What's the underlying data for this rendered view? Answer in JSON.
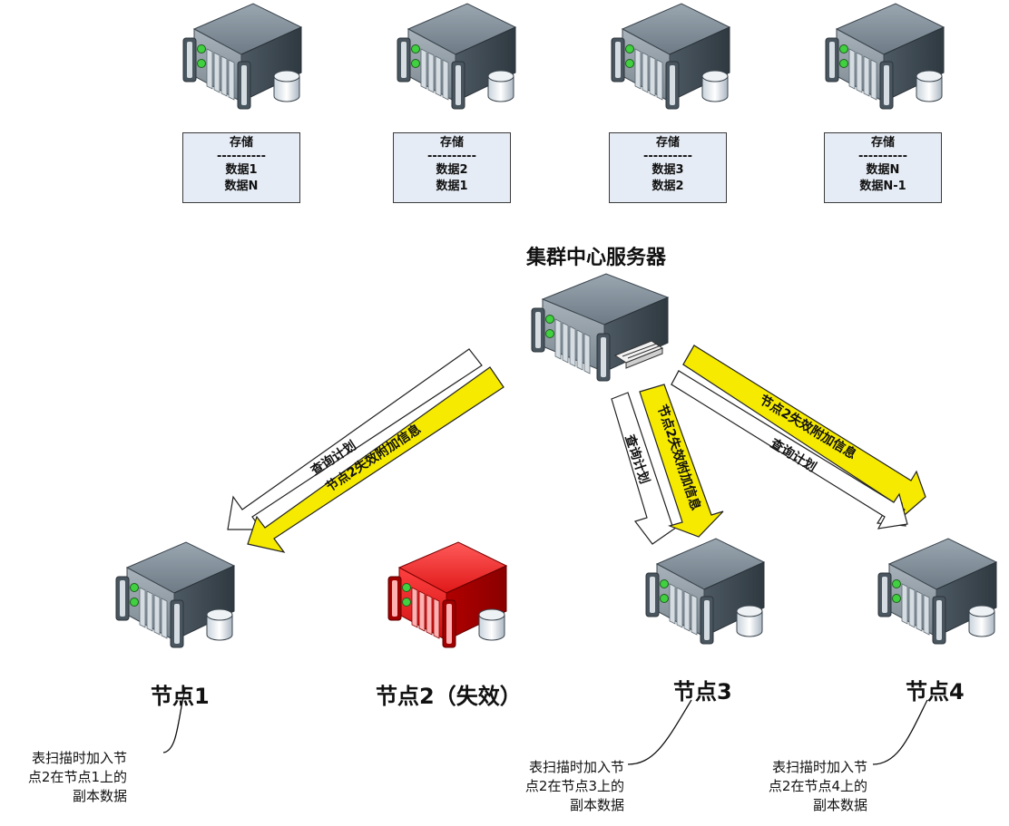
{
  "center": {
    "title": "集群中心服务器"
  },
  "storage_boxes": [
    {
      "title": "存储",
      "separator": "----------",
      "lines": [
        "数据1",
        "数据N"
      ]
    },
    {
      "title": "存储",
      "separator": "----------",
      "lines": [
        "数据2",
        "数据1"
      ]
    },
    {
      "title": "存储",
      "separator": "----------",
      "lines": [
        "数据3",
        "数据2"
      ]
    },
    {
      "title": "存储",
      "separator": "----------",
      "lines": [
        "数据N",
        "数据N-1"
      ]
    }
  ],
  "nodes": [
    {
      "label": "节点1",
      "status": "normal"
    },
    {
      "label": "节点2（失效）",
      "status": "failed"
    },
    {
      "label": "节点3",
      "status": "normal"
    },
    {
      "label": "节点4",
      "status": "normal"
    }
  ],
  "arrows": {
    "query_plan": "查询计划",
    "failure_info": "节点2失效附加信息"
  },
  "callouts": [
    {
      "text_lines": [
        "表扫描时加入节",
        "点2在节点1上的",
        "副本数据"
      ]
    },
    {
      "text_lines": [
        "表扫描时加入节",
        "点2在节点3上的",
        "副本数据"
      ]
    },
    {
      "text_lines": [
        "表扫描时加入节",
        "点2在节点4上的",
        "副本数据"
      ]
    }
  ],
  "colors": {
    "server_normal": "#6f7d88",
    "server_failed": "#e02020",
    "arrow_yellow": "#f5ea00",
    "arrow_white": "#ffffff",
    "storage_fill": "#e6ecf5"
  },
  "icons": {
    "server": "server-icon",
    "database": "database-icon"
  }
}
